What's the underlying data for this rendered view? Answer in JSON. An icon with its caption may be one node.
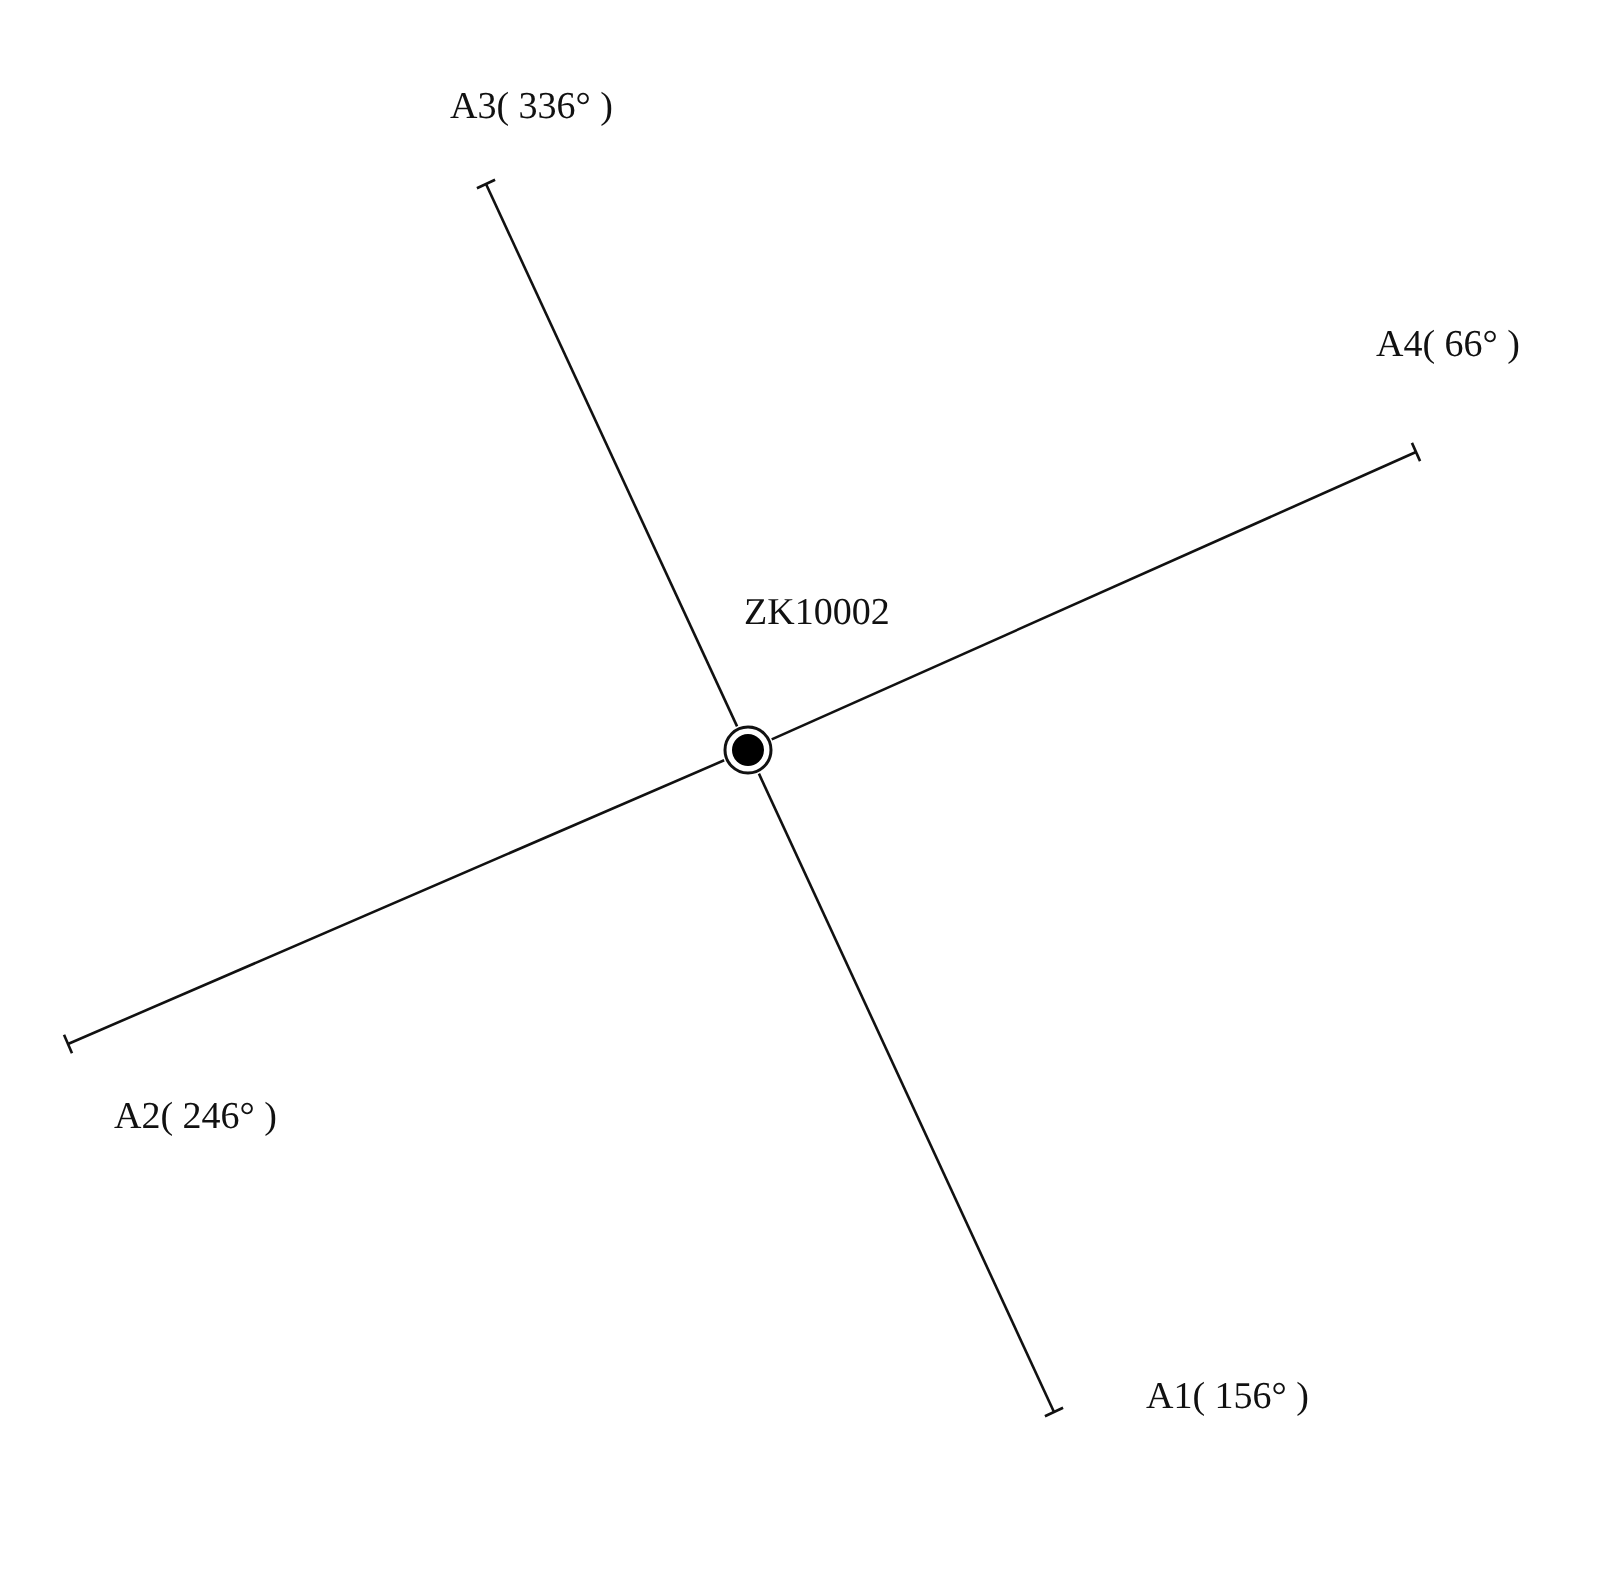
{
  "diagram": {
    "nodes": [
      {
        "text": [
          "A3( 336° )"
        ]
      },
      {
        "text": [
          "A4( 66° )"
        ]
      },
      {
        "text": [
          "ZK10002"
        ]
      },
      {
        "text": [
          "A2( 246° )"
        ]
      },
      {
        "text": [
          "A1( 156° )"
        ]
      }
    ],
    "edges": [
      {
        "from": 2,
        "to": 4,
        "arrow": "other"
      },
      {
        "from": 2,
        "to": 3,
        "arrow": "other"
      },
      {
        "from": 2,
        "to": 0,
        "arrow": "other"
      },
      {
        "from": 2,
        "to": 1,
        "arrow": "other"
      }
    ]
  }
}
